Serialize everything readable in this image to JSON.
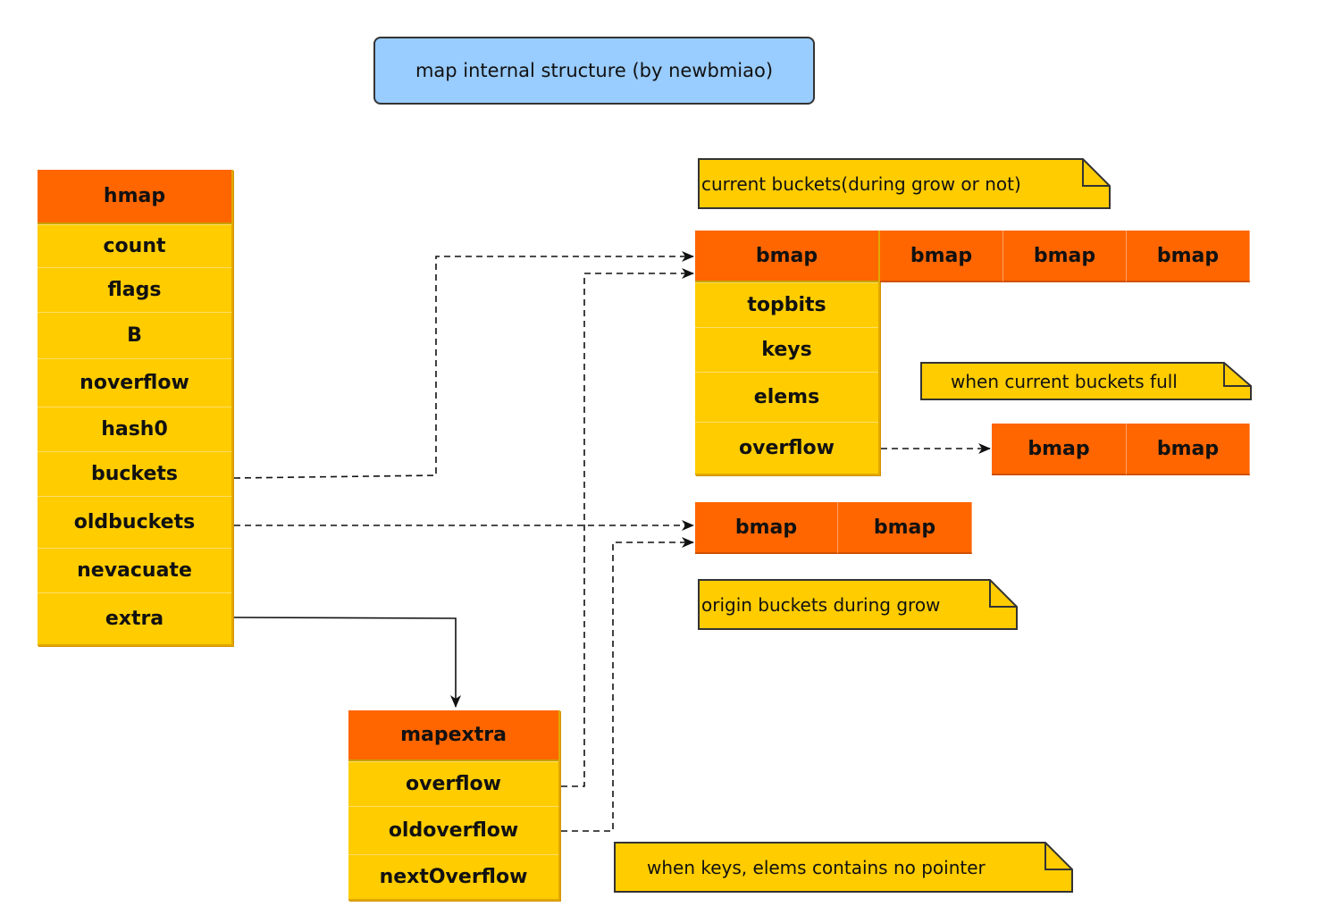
{
  "title": "map internal structure (by newbmiao)",
  "hmap": {
    "header": "hmap",
    "fields": [
      "count",
      "flags",
      "B",
      "noverflow",
      "hash0",
      "buckets",
      "oldbuckets",
      "nevacuate",
      "extra"
    ]
  },
  "current_buckets": {
    "bmap": {
      "header": "bmap",
      "fields": [
        "topbits",
        "keys",
        "elems",
        "overflow"
      ]
    },
    "siblings": [
      "bmap",
      "bmap",
      "bmap"
    ]
  },
  "overflow_buckets": [
    "bmap",
    "bmap"
  ],
  "old_buckets": [
    "bmap",
    "bmap"
  ],
  "mapextra": {
    "header": "mapextra",
    "fields": [
      "overflow",
      "oldoverflow",
      "nextOverflow"
    ]
  },
  "notes": {
    "current": "current buckets(during grow or not)",
    "full": "when current buckets full",
    "origin": "origin buckets during grow",
    "nopointer": "when keys, elems contains no pointer"
  },
  "colors": {
    "header": "#ff6600",
    "field": "#ffcc00",
    "title_bg": "#99ccff"
  }
}
